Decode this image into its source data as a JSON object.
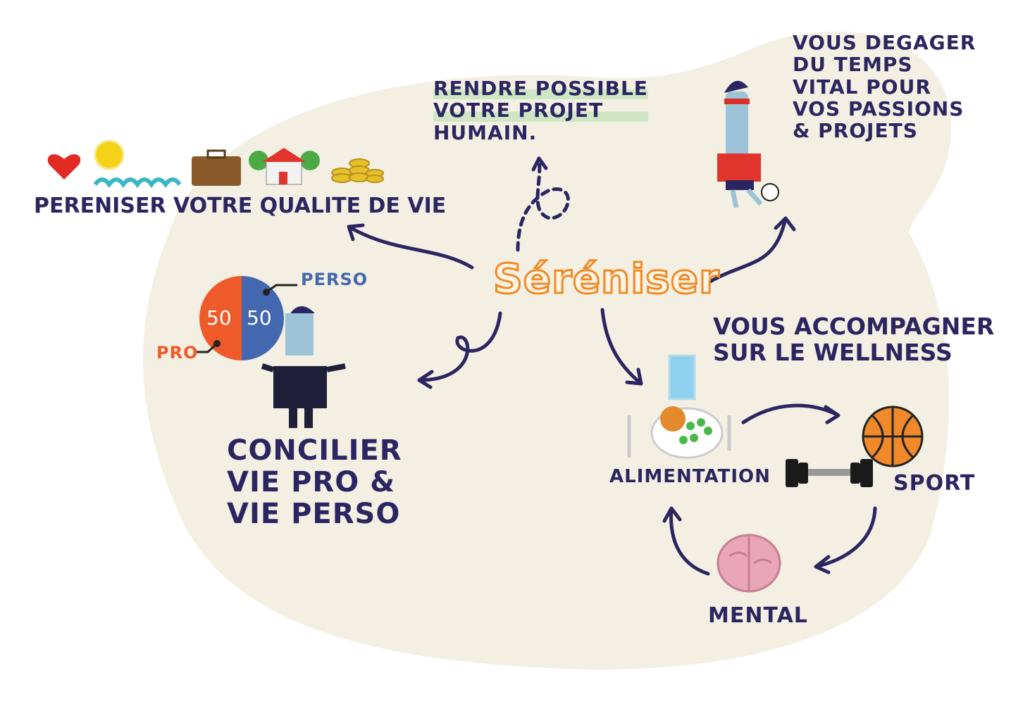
{
  "center": {
    "title": "Séréniser",
    "color": "#f08a24"
  },
  "branches": {
    "projet": {
      "lines": [
        "Rendre possible",
        "votre projet",
        "humain."
      ]
    },
    "temps": {
      "lines": [
        "Vous degager",
        "du temps",
        "vital pour",
        "vos passions",
        "& projets"
      ]
    },
    "qualite": {
      "label": "Pereniser votre qualite de vie"
    },
    "concilier": {
      "lines": [
        "Concilier",
        "vie pro &",
        "vie perso"
      ],
      "pie": {
        "pro_value": "50",
        "perso_value": "50",
        "pro_label": "PRO",
        "perso_label": "PERSO",
        "pro_color": "#ef5a2a",
        "perso_color": "#4468b0"
      }
    },
    "wellness": {
      "lines": [
        "Vous accompagner",
        "sur le wellness"
      ],
      "cycle": [
        "Alimentation",
        "Sport",
        "Mental"
      ]
    }
  },
  "colors": {
    "ink": "#2b2661",
    "blob": "#f3f0e3"
  }
}
